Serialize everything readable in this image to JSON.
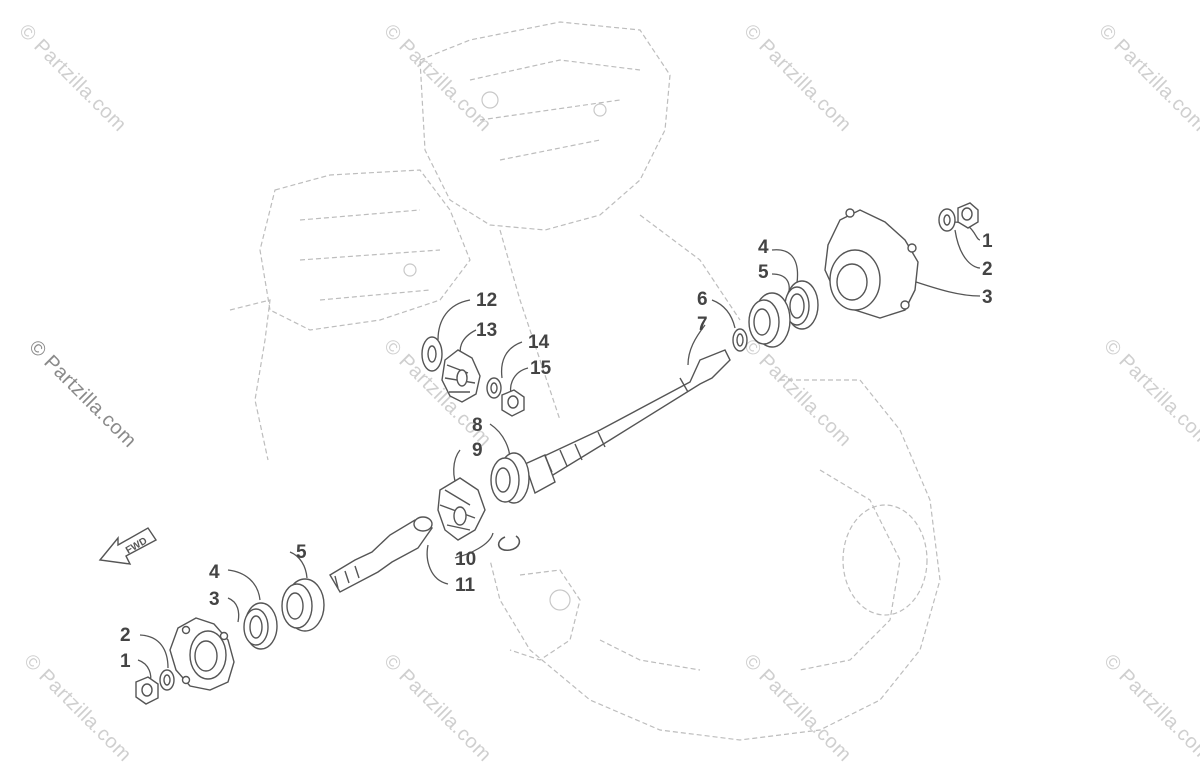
{
  "watermark": {
    "text": "© Partzilla.com",
    "side_text": "© Partzilla.com"
  },
  "direction_arrow": {
    "label": "FWD"
  },
  "callouts": {
    "front_1": "1",
    "front_2": "2",
    "front_3": "3",
    "front_4": "4",
    "front_5": "5",
    "rear_1": "1",
    "rear_2": "2",
    "rear_3": "3",
    "rear_4": "4",
    "rear_5": "5",
    "p6": "6",
    "p7": "7",
    "p8": "8",
    "p9": "9",
    "p10": "10",
    "p11": "11",
    "p12": "12",
    "p13": "13",
    "p14": "14",
    "p15": "15"
  },
  "colors": {
    "line": "#555555",
    "ghost": "#bdbdbd",
    "text": "#444444",
    "watermark": "#cfcfcf"
  }
}
